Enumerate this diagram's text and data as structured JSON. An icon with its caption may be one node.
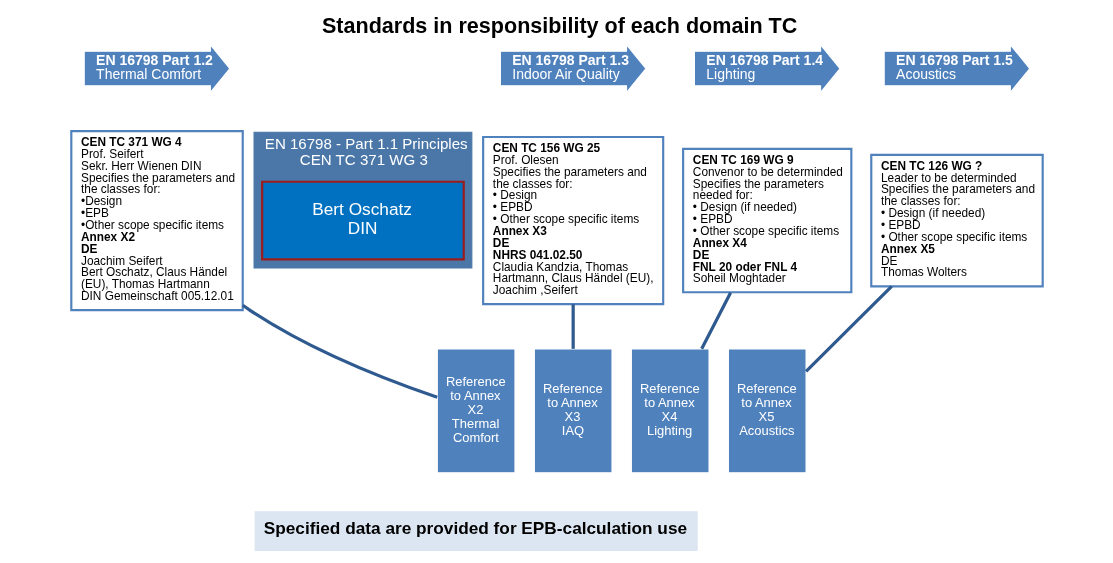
{
  "diagram": {
    "title": "Standards in responsibility of each domain TC",
    "nodes": [
      {
        "text": [
          "EN 16798 Part 1.2",
          "Thermal Comfort"
        ]
      },
      {
        "text": [
          "CEN TC 371 WG 4",
          "Prof. Seifert",
          "Sekr. Herr Wienen DIN",
          "Specifies the parameters and the classes for:",
          "•Design",
          "•EPB",
          "•Other scope specific items",
          "Annex X2",
          "DE",
          "Joachim Seifert",
          "Bert Oschatz, Claus Händel (EU), Thomas Hartmann",
          "DIN Gemeinschaft 005.12.01"
        ]
      },
      {
        "text": [
          "EN 16798 Part 1.3",
          "Indoor Air Quality"
        ]
      },
      {
        "text": [
          "CEN TC 156 WG 25",
          "Prof. Olesen",
          "Specifies the parameters and the classes for:",
          "• Design",
          "• EPBD",
          "• Other scope specific items",
          "Annex X3",
          "DE",
          "NHRS 041.02.50",
          "Claudia Kandzia, Thomas Hartmann, Claus Händel (EU), Joachim ,Seifert"
        ]
      },
      {
        "text": [
          "EN 16798 Part 1.4",
          "Lighting"
        ]
      },
      {
        "text": [
          "CEN TC 169 WG 9",
          "Convenor to be determinded",
          "Specifies the parameters needed for:",
          "• Design (if needed)",
          "• EPBD",
          "• Other scope specific items",
          "Annex X4",
          "DE",
          "FNL 20 oder FNL 4",
          "Soheil Moghtader"
        ]
      },
      {
        "text": [
          "EN 16798 Part 1.5",
          "Acoustics"
        ]
      },
      {
        "text": [
          "CEN TC 126 WG ?",
          "Leader to be determinded",
          "Specifies the parameters and the classes for:",
          "• Design (if needed)",
          "• EPBD",
          "• Other scope specific items",
          "Annex X5",
          "DE",
          "Thomas Wolters"
        ]
      },
      {
        "text": [
          "EN 16798 - Part 1.1 Principles",
          "CEN TC 371 WG 3"
        ]
      },
      {
        "text": [
          "Bert Oschatz DIN"
        ],
        "in": 8
      },
      {
        "text": [
          "Reference to Annex X2",
          "Thermal Comfort"
        ]
      },
      {
        "text": [
          "Reference to Annex X3",
          "IAQ"
        ]
      },
      {
        "text": [
          "Reference to Annex X4",
          "Lighting"
        ]
      },
      {
        "text": [
          "Reference to Annex X5",
          "Acoustics"
        ]
      },
      {
        "text": [
          "Specified data are provided for EPB-calculation use"
        ]
      }
    ],
    "edges": [
      {
        "from": 1,
        "to": 10,
        "arrow": "none"
      },
      {
        "from": 3,
        "to": 11,
        "arrow": "none"
      },
      {
        "from": 5,
        "to": 12,
        "arrow": "none"
      },
      {
        "from": 7,
        "to": 13,
        "arrow": "none"
      }
    ]
  }
}
